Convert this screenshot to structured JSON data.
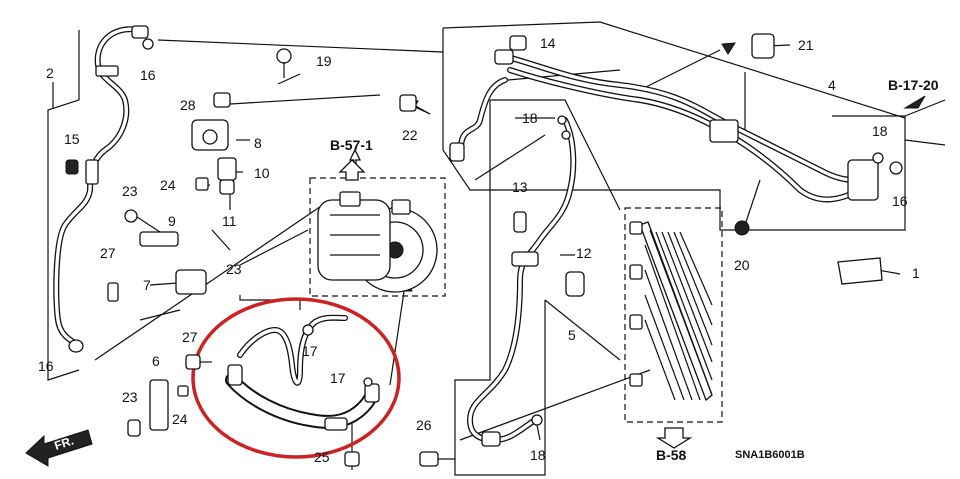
{
  "callouts": {
    "c1": "1",
    "c2": "2",
    "c4": "4",
    "c5": "5",
    "c6": "6",
    "c7": "7",
    "c8": "8",
    "c9": "9",
    "c10": "10",
    "c11": "11",
    "c12": "12",
    "c13": "13",
    "c14": "14",
    "c15": "15",
    "c16a": "16",
    "c16b": "16",
    "c16c": "16",
    "c17a": "17",
    "c17b": "17",
    "c18a": "18",
    "c18b": "18",
    "c18c": "18",
    "c19": "19",
    "c20": "20",
    "c21": "21",
    "c22": "22",
    "c23a": "23",
    "c23b": "23",
    "c23c": "23",
    "c24a": "24",
    "c24b": "24",
    "c25": "25",
    "c26": "26",
    "c27a": "27",
    "c27b": "27",
    "c28": "28"
  },
  "references": {
    "b57": "B-57-1",
    "b17": "B-17-20",
    "b58": "B-58"
  },
  "front_label": "FR.",
  "diagram_code": "SNA1B6001B",
  "highlight_color": "#cc2222"
}
